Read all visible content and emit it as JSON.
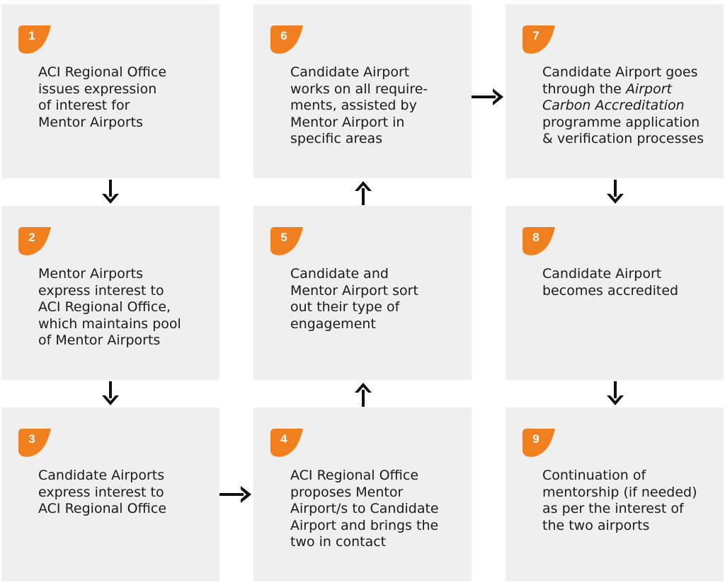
{
  "colors": {
    "badge": "#f07f20",
    "box": "#efefef",
    "text": "#1a1a1a",
    "arrow": "#111111"
  },
  "steps": [
    {
      "number": "1",
      "text": [
        "ACI Regional Office",
        "issues expression",
        "of interest for",
        "Mentor Airports"
      ]
    },
    {
      "number": "2",
      "text": [
        "Mentor Airports",
        "express interest to",
        "ACI Regional Office,",
        "which maintains pool",
        "of Mentor Airports"
      ]
    },
    {
      "number": "3",
      "text": [
        "Candidate Airports",
        "express interest to",
        "ACI Regional Office"
      ]
    },
    {
      "number": "4",
      "text": [
        "ACI Regional Office",
        "proposes Mentor",
        "Airport/s to Candidate",
        "Airport and brings the",
        "two in contact"
      ]
    },
    {
      "number": "5",
      "text": [
        "Candidate and",
        "Mentor Airport sort",
        "out their type of",
        "engagement"
      ]
    },
    {
      "number": "6",
      "text": [
        "Candidate Airport",
        "works on all require-",
        "ments, assisted by",
        "Mentor Airport in",
        "specific areas"
      ]
    },
    {
      "number": "7",
      "text": [
        "Candidate Airport goes",
        "through the",
        "Airport",
        "Carbon Accreditation",
        "programme application",
        "& verification processes"
      ]
    },
    {
      "number": "8",
      "text": [
        "Candidate Airport",
        "becomes accredited"
      ]
    },
    {
      "number": "9",
      "text": [
        "Continuation of",
        "mentorship (if needed)",
        "as per the interest of",
        "the two airports"
      ]
    }
  ]
}
